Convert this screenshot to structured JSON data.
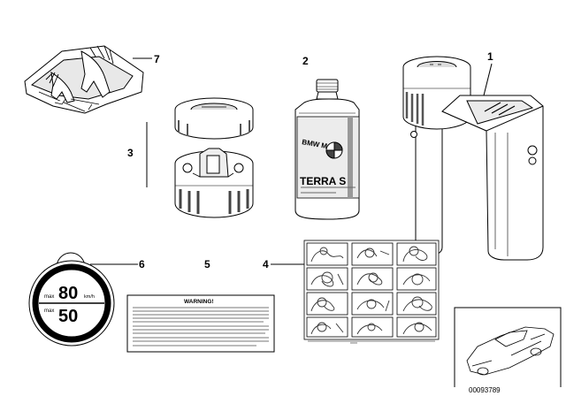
{
  "callouts": {
    "c1": "1",
    "c2": "2",
    "c3": "3",
    "c4": "4",
    "c5": "5",
    "c6": "6",
    "c7": "7"
  },
  "bottle": {
    "brand": "BMW M",
    "product": "TERRA S"
  },
  "speed_sign": {
    "upper_value": "80",
    "lower_value": "50",
    "max_label": "max",
    "unit": "km/h"
  },
  "warning_label": {
    "heading": "WARNING!"
  },
  "footer": {
    "diagram_id": "00093789"
  }
}
